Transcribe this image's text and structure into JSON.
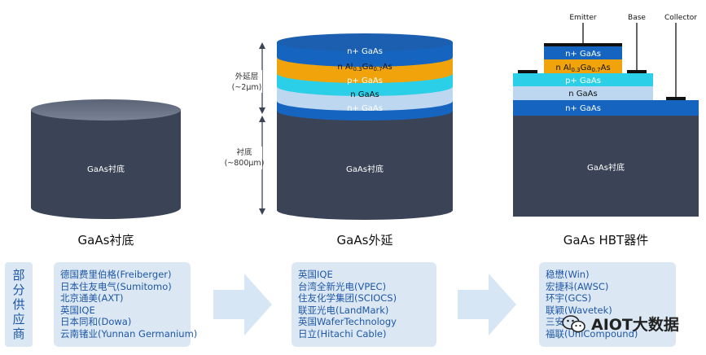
{
  "diagrams": {
    "substrate": {
      "body_label": "GaAs衬底",
      "caption": "GaAs衬底"
    },
    "epitaxy": {
      "layers": [
        {
          "label": "n+ GaAs",
          "color": "#1565c0"
        },
        {
          "label": "n Al0.3Ga0.7As",
          "color": "#f0a30a"
        },
        {
          "label": "p+ GaAs",
          "color": "#2bd0e8"
        },
        {
          "label": "n GaAs",
          "color": "#bcd7ef"
        },
        {
          "label": "n+ GaAs",
          "color": "#1565c0"
        }
      ],
      "algaas_parts": {
        "prefix": "n Al",
        "sub1": "0.3",
        "mid": "Ga",
        "sub2": "0.7",
        "suffix": "As"
      },
      "body_label": "GaAs衬底",
      "dim_epi_line1": "外延层",
      "dim_epi_line2": "(~2μm)",
      "dim_sub_line1": "衬底",
      "dim_sub_line2": "(~800μm)",
      "caption": "GaAs外延"
    },
    "hbt": {
      "layers": [
        {
          "label": "n+ GaAs",
          "color": "#1565c0"
        },
        {
          "label": "n Al0.3Ga0.7As",
          "color": "#f0a30a"
        },
        {
          "label": "p+ GaAs",
          "color": "#2bd0e8"
        },
        {
          "label": "n GaAs",
          "color": "#bcd7ef"
        },
        {
          "label": "n+ GaAs",
          "color": "#1565c0"
        }
      ],
      "terminals": {
        "emitter": "Emitter",
        "base": "Base",
        "collector": "Collector"
      },
      "body_label": "GaAs衬底",
      "caption": "GaAs HBT器件"
    }
  },
  "colors": {
    "substrate_body": "#3b4456",
    "substrate_top": "#6b7385",
    "cylinder_top_cap": "#1c5fb0",
    "supplier_text": "#1f57a6",
    "supplier_bg": "#dbe8f4",
    "arrow": "#d7e6f4"
  },
  "suppliers": {
    "side_label": [
      "部",
      "分",
      "供",
      "应",
      "商"
    ],
    "substrate": [
      "德国费里伯格(Freiberger)",
      "日本住友电气(Sumitomo)",
      "北京通美(AXT)",
      "英国IQE",
      "日本同和(Dowa)",
      "云南锗业(Yunnan Germanium)"
    ],
    "epitaxy": [
      "英国IQE",
      "台湾全新光电(VPEC)",
      "住友化学集团(SCIOCS)",
      "联亚光电(LandMark)",
      "英国WaferTechnology",
      "日立(Hitachi Cable)"
    ],
    "device": [
      "稳懋(Win)",
      "宏捷科(AWSC)",
      "环宇(GCS)",
      "联颖(Wavetek)",
      "三安",
      "福联(UniCompound)"
    ]
  },
  "watermark": {
    "text": "AIOT大数据",
    "icon": "wechat-icon"
  }
}
